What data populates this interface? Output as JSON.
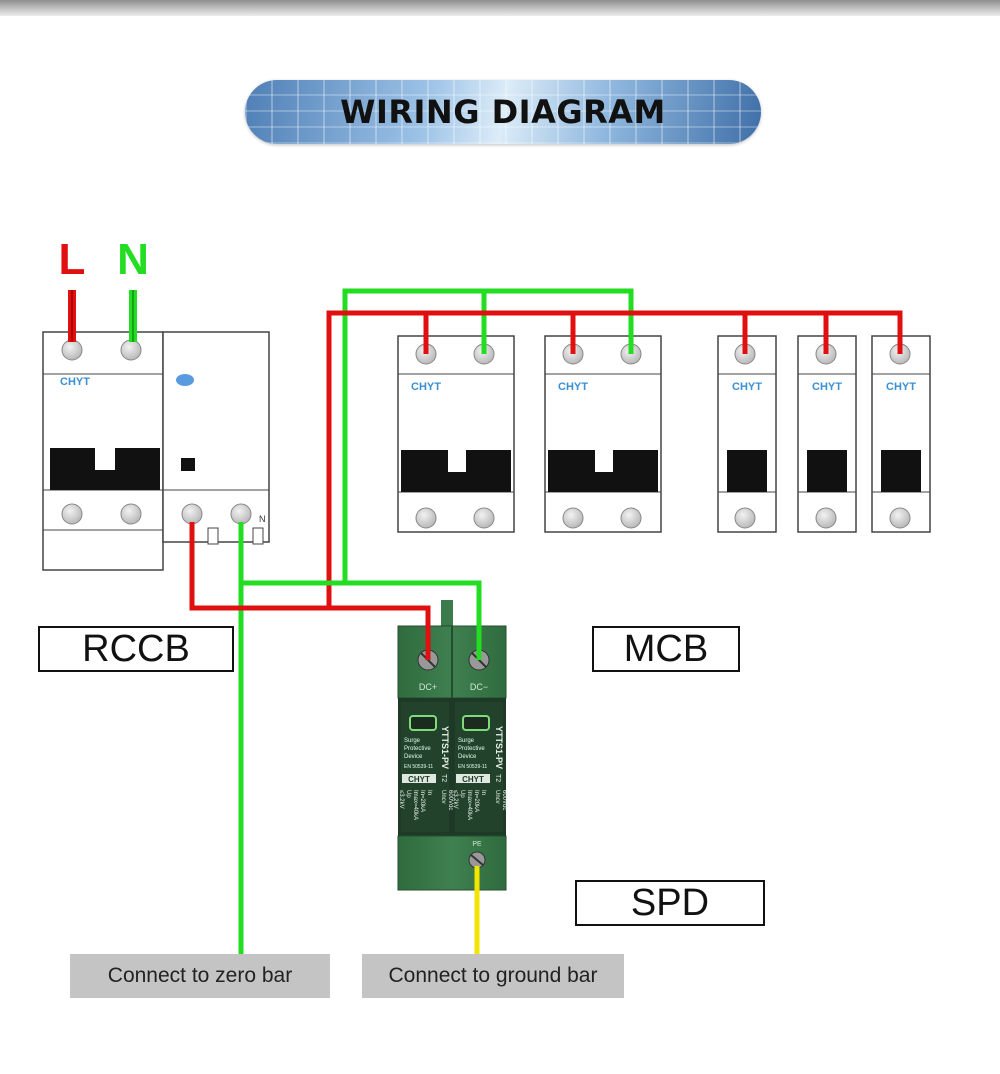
{
  "header": {
    "title": "WIRING DIAGRAM"
  },
  "terminals": {
    "line": "L",
    "neutral": "N",
    "neutral_mark": "N"
  },
  "brand": "CHYT",
  "labels": {
    "rccb": "RCCB",
    "mcb": "MCB",
    "spd": "SPD",
    "zero_bar": "Connect to zero bar",
    "ground_bar": "Connect to ground bar"
  },
  "spd": {
    "dc_plus": "DC+",
    "dc_minus": "DC−",
    "pe": "PE",
    "model": "YTTS1-PV",
    "desc_line1": "Surge",
    "desc_line2": "Protective",
    "desc_line3": "Device",
    "standard": "EN 50539-11",
    "t2": "T2",
    "uncv": "Uncv",
    "uncv_value": "600Vdc",
    "in": "In",
    "in_value": "In=20kA",
    "imax": "Imax=40kA",
    "up": "Up",
    "up_value": "≤3.2kV"
  },
  "colors": {
    "live": "#e01010",
    "neutral": "#22dd22",
    "ground": "#f2e600",
    "spd_body": "#3b7a4a"
  }
}
